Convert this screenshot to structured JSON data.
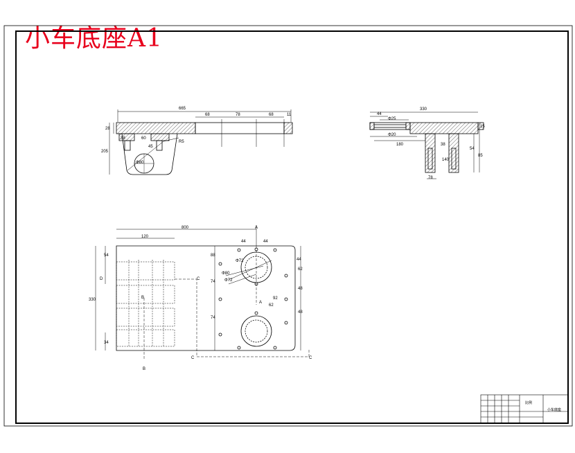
{
  "drawing": {
    "title": "小车底座A1",
    "title_color": "#e8001c",
    "front_view": {
      "dims": {
        "overall_width": "665",
        "seg_a": "68",
        "seg_b": "78",
        "seg_c": "68",
        "tail": "11",
        "height_top": "28",
        "height_total": "205",
        "left_small": "38",
        "center_w": "60",
        "angle_a": "45",
        "radius": "R5",
        "dia": "Φ80"
      }
    },
    "side_view": {
      "dims": {
        "overall_width": "330",
        "left_seg": "44",
        "hole_a": "Φ25",
        "hole_b": "Φ20",
        "lower_w": "180",
        "tail": "15",
        "h_right": "54",
        "h_total": "85",
        "stem": "38",
        "stem_h": "140",
        "bottom": "78"
      }
    },
    "plan_view": {
      "dims": {
        "overall_width": "800",
        "left_w": "120",
        "height": "330",
        "h_a": "54",
        "h_b": "34",
        "top_a": "44",
        "top_b": "44",
        "v_a": "88",
        "r_a": "44",
        "r_b": "62",
        "r_c": "48",
        "r_d": "48",
        "r_e": "74",
        "r_f": "74",
        "dia_a": "Φ72",
        "dia_b": "Φ80",
        "dia_c": "Φ72",
        "mid_a": "92",
        "mid_b": "62"
      },
      "section_labels": {
        "a": "A",
        "b": "B",
        "c": "C",
        "d": "D"
      }
    },
    "title_block": {
      "part_name": "小车底座",
      "scale": "比例"
    }
  }
}
